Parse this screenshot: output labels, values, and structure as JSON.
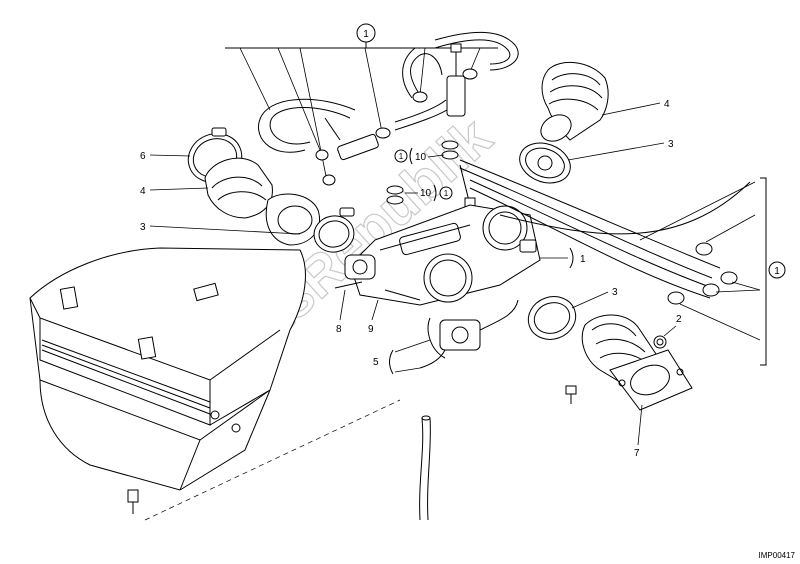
{
  "watermark": "PartsRepublik",
  "diagram_code": "IMP00417",
  "callouts": [
    {
      "id": "c1-top",
      "text": "1",
      "circled": true
    },
    {
      "id": "c1-a",
      "text": "1",
      "circled": true
    },
    {
      "id": "c10-a",
      "text": "10",
      "circled": false
    },
    {
      "id": "c10-b",
      "text": "10",
      "circled": false
    },
    {
      "id": "c1-b",
      "text": "1",
      "circled": true
    },
    {
      "id": "c4-right",
      "text": "4",
      "circled": false
    },
    {
      "id": "c3-right",
      "text": "3",
      "circled": false
    },
    {
      "id": "c6",
      "text": "6",
      "circled": false
    },
    {
      "id": "c4-left",
      "text": "4",
      "circled": false
    },
    {
      "id": "c3-left",
      "text": "3",
      "circled": false
    },
    {
      "id": "c1-throttle",
      "text": "1",
      "circled": false
    },
    {
      "id": "c3-lower",
      "text": "3",
      "circled": false
    },
    {
      "id": "c2",
      "text": "2",
      "circled": false
    },
    {
      "id": "c1-right",
      "text": "1",
      "circled": true
    },
    {
      "id": "c8",
      "text": "8",
      "circled": false
    },
    {
      "id": "c9",
      "text": "9",
      "circled": false
    },
    {
      "id": "c5",
      "text": "5",
      "circled": false
    },
    {
      "id": "c7",
      "text": "7",
      "circled": false
    }
  ]
}
